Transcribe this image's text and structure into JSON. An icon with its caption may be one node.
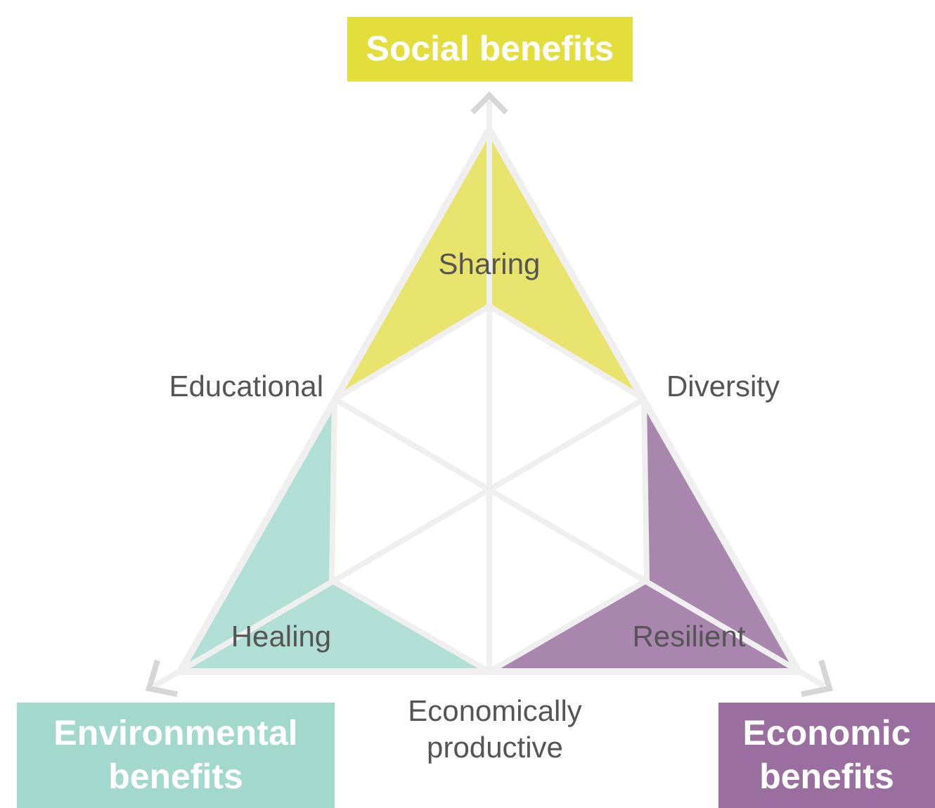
{
  "diagram": {
    "nodes": [
      {
        "text": [
          "Social benefits"
        ]
      },
      {
        "text": [
          "Environmental benefits"
        ]
      },
      {
        "text": [
          "Economic benefits"
        ]
      }
    ],
    "labels": [
      "Sharing",
      "Educational",
      "Diversity",
      "Healing",
      "Resilient",
      "Economically productive"
    ]
  }
}
